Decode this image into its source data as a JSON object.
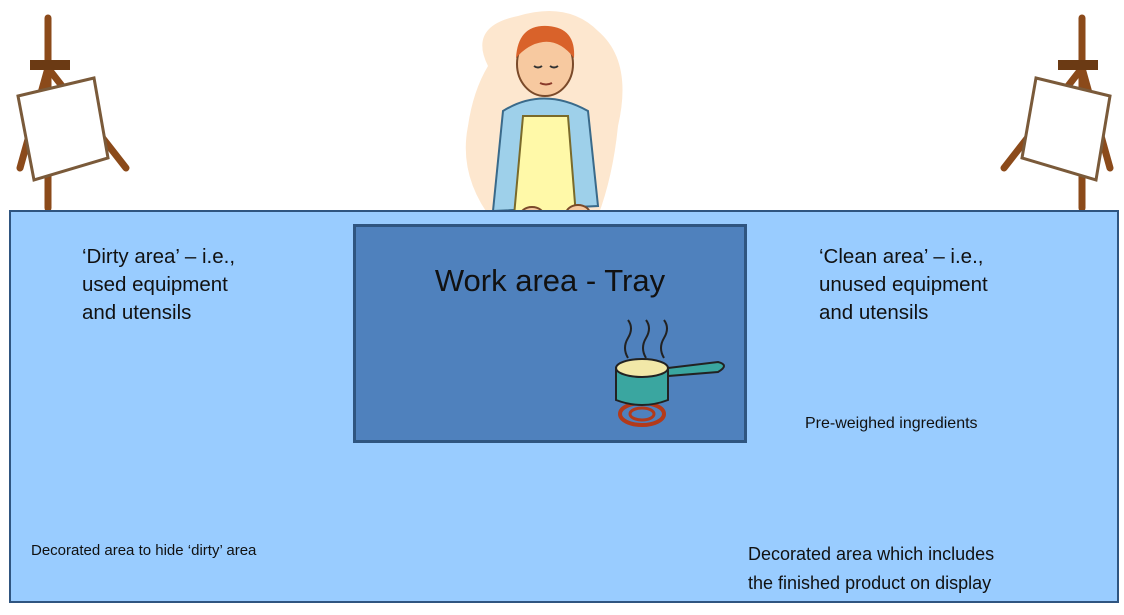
{
  "tray": {
    "title": "Work area - Tray"
  },
  "dirty_area": {
    "line1": "‘Dirty area’ – i.e.,",
    "line2": "used equipment",
    "line3": "and utensils"
  },
  "clean_area": {
    "line1": "‘Clean area’ – i.e.,",
    "line2": "unused equipment",
    "line3": "and utensils"
  },
  "ingredients": "Pre-weighed ingredients",
  "decor_left": "Decorated area to hide ‘dirty’ area",
  "decor_right": {
    "line1": "Decorated area which includes",
    "line2": "the finished product on display"
  },
  "colors": {
    "table": "#99ccff",
    "tray": "#4f81bd",
    "border": "#2f5580"
  },
  "icons": [
    "easel-icon",
    "chef-icon",
    "cooking-pot-icon"
  ]
}
